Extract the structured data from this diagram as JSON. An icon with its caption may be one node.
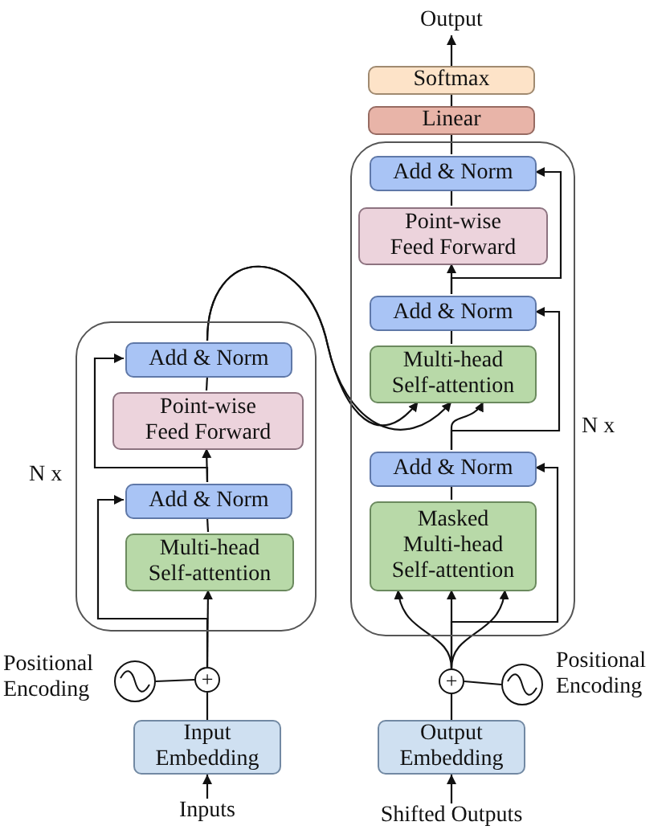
{
  "diagram": {
    "nodes": [
      {
        "text": [],
        "shape": "box",
        "beside": [
          "N x"
        ]
      },
      {
        "text": [
          "Add & Norm"
        ],
        "in": 0
      },
      {
        "text": [
          "Point-wise Feed Forward"
        ],
        "in": 0
      },
      {
        "text": [
          "Add & Norm"
        ],
        "in": 0
      },
      {
        "text": [
          "Multi-head Self-attention"
        ],
        "in": 0
      },
      {
        "text": [
          "+"
        ]
      },
      {
        "text": [],
        "shape": "circle",
        "beside": [
          "Positional Encoding"
        ]
      },
      {
        "text": [
          "Input Embedding"
        ]
      },
      {
        "text": [
          "Inputs"
        ]
      },
      {
        "text": [],
        "shape": "box",
        "beside": [
          "N x"
        ]
      },
      {
        "text": [
          "Output"
        ]
      },
      {
        "text": [
          "Softmax"
        ]
      },
      {
        "text": [
          "Linear"
        ]
      },
      {
        "text": [
          "Add & Norm"
        ],
        "in": 9
      },
      {
        "text": [
          "Point-wise Feed Forward"
        ],
        "in": 9
      },
      {
        "text": [
          "Add & Norm"
        ],
        "in": 9
      },
      {
        "text": [
          "Multi-head Self-attention"
        ],
        "in": 9
      },
      {
        "text": [
          "Add & Norm"
        ],
        "in": 9
      },
      {
        "text": [
          "Masked Multi-head Self-attention"
        ],
        "in": 9
      },
      {
        "text": [
          "+"
        ]
      },
      {
        "text": [],
        "shape": "circle",
        "beside": [
          "Positional Encoding"
        ]
      },
      {
        "text": [
          "Output Embedding"
        ]
      },
      {
        "text": [
          "Shifted Outputs"
        ]
      }
    ],
    "edges": [
      {
        "from": 8,
        "to": 7,
        "arrow": "to"
      },
      {
        "from": 7,
        "to": 5,
        "arrow": "none"
      },
      {
        "from": 6,
        "to": 5,
        "arrow": "none"
      },
      {
        "from": 5,
        "to": 4,
        "arrow": "to"
      },
      {
        "from": 5,
        "to": 3,
        "arrow": "to"
      },
      {
        "from": 4,
        "to": 3,
        "arrow": "none"
      },
      {
        "from": 3,
        "to": 2,
        "arrow": "to"
      },
      {
        "from": 3,
        "to": 1,
        "arrow": "to"
      },
      {
        "from": 2,
        "to": 1,
        "arrow": "none"
      },
      {
        "from": 1,
        "to": 16,
        "arrow": "to"
      },
      {
        "from": 1,
        "to": 16,
        "arrow": "to"
      },
      {
        "from": 17,
        "to": 16,
        "arrow": "to"
      },
      {
        "from": 22,
        "to": 21,
        "arrow": "to"
      },
      {
        "from": 21,
        "to": 19,
        "arrow": "none"
      },
      {
        "from": 20,
        "to": 19,
        "arrow": "none"
      },
      {
        "from": 19,
        "to": 18,
        "arrow": "to"
      },
      {
        "from": 19,
        "to": 18,
        "arrow": "to"
      },
      {
        "from": 19,
        "to": 18,
        "arrow": "to"
      },
      {
        "from": 19,
        "to": 17,
        "arrow": "to"
      },
      {
        "from": 18,
        "to": 17,
        "arrow": "none"
      },
      {
        "from": 17,
        "to": 15,
        "arrow": "to"
      },
      {
        "from": 16,
        "to": 15,
        "arrow": "none"
      },
      {
        "from": 15,
        "to": 14,
        "arrow": "to"
      },
      {
        "from": 15,
        "to": 13,
        "arrow": "to"
      },
      {
        "from": 14,
        "to": 13,
        "arrow": "none"
      },
      {
        "from": 13,
        "to": 12,
        "arrow": "none"
      },
      {
        "from": 12,
        "to": 11,
        "arrow": "none"
      },
      {
        "from": 11,
        "to": 10,
        "arrow": "to"
      }
    ]
  }
}
